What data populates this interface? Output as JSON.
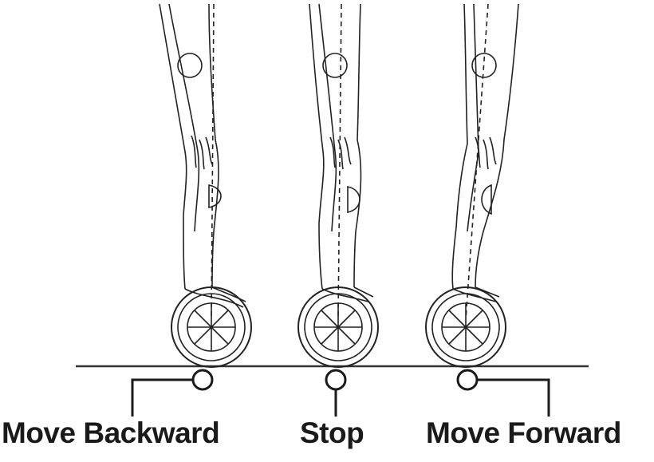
{
  "labels": {
    "backward": "Move Backward",
    "stop": "Stop",
    "forward": "Move Forward"
  },
  "figures": [
    {
      "id": "backward",
      "lean": "back"
    },
    {
      "id": "stop",
      "lean": "upright"
    },
    {
      "id": "forward",
      "lean": "forward"
    }
  ],
  "colors": {
    "ink": "#1a1a1a",
    "background": "#ffffff"
  }
}
